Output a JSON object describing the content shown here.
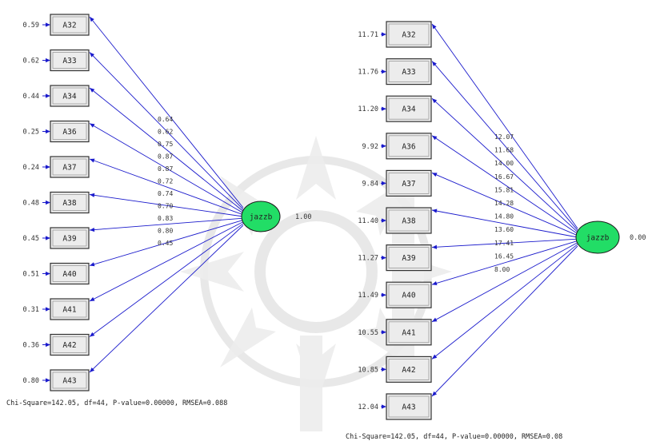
{
  "colors": {
    "path": "#1b1bcc",
    "latent": "#22dd66",
    "box": "#ececec"
  },
  "left_model": {
    "latent": {
      "label": "jazzb",
      "error": "1.00"
    },
    "indicators": [
      {
        "label": "A32",
        "error": "0.59",
        "loading": "0.64"
      },
      {
        "label": "A33",
        "error": "0.62",
        "loading": "0.62"
      },
      {
        "label": "A34",
        "error": "0.44",
        "loading": "0.75"
      },
      {
        "label": "A36",
        "error": "0.25",
        "loading": "0.87"
      },
      {
        "label": "A37",
        "error": "0.24",
        "loading": "0.87"
      },
      {
        "label": "A38",
        "error": "0.48",
        "loading": "0.72"
      },
      {
        "label": "A39",
        "error": "0.45",
        "loading": "0.74"
      },
      {
        "label": "A40",
        "error": "0.51",
        "loading": "0.70"
      },
      {
        "label": "A41",
        "error": "0.31",
        "loading": "0.83"
      },
      {
        "label": "A42",
        "error": "0.36",
        "loading": "0.80"
      },
      {
        "label": "A43",
        "error": "0.80",
        "loading": "0.45"
      }
    ],
    "fit_text": "Chi-Square=142.05, df=44, P-value=0.00000, RMSEA=0.088"
  },
  "right_model": {
    "latent": {
      "label": "jazzb",
      "error": "0.00"
    },
    "indicators": [
      {
        "label": "A32",
        "error": "11.71",
        "loading": "12.07"
      },
      {
        "label": "A33",
        "error": "11.76",
        "loading": "11.68"
      },
      {
        "label": "A34",
        "error": "11.20",
        "loading": "14.00"
      },
      {
        "label": "A36",
        "error": "9.92",
        "loading": "16.67"
      },
      {
        "label": "A37",
        "error": "9.84",
        "loading": "15.81"
      },
      {
        "label": "A38",
        "error": "11.40",
        "loading": "14.28"
      },
      {
        "label": "A39",
        "error": "11.27",
        "loading": "14.80"
      },
      {
        "label": "A40",
        "error": "11.49",
        "loading": "13.60"
      },
      {
        "label": "A41",
        "error": "10.55",
        "loading": "17.41"
      },
      {
        "label": "A42",
        "error": "10.85",
        "loading": "16.45"
      },
      {
        "label": "A43",
        "error": "12.04",
        "loading": "8.00"
      }
    ],
    "fit_text": "Chi-Square=142.05, df=44, P-value=0.00000, RMSEA=0.08"
  }
}
